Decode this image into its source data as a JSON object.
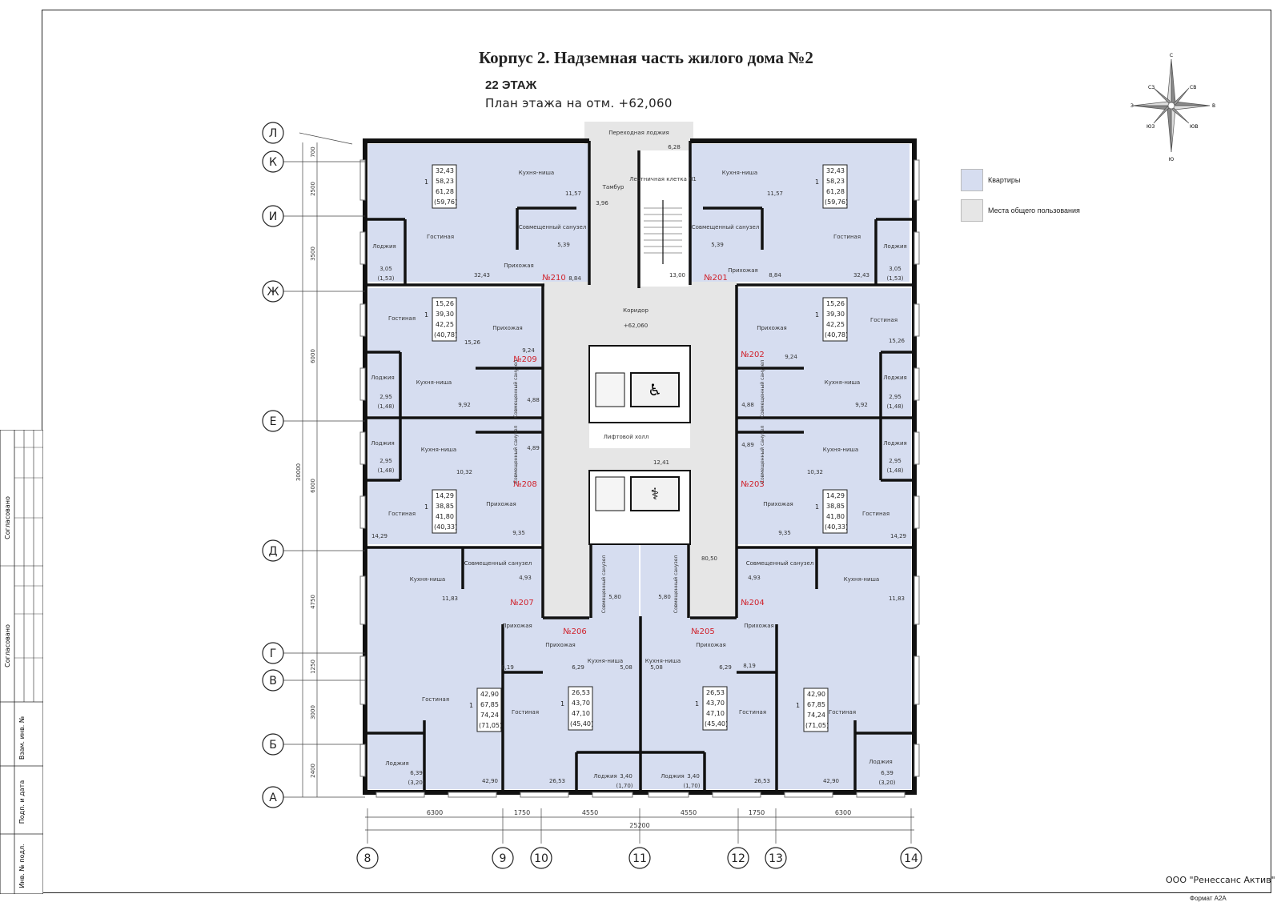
{
  "header": {
    "title": "Корпус 2. Надземная часть жилого дома №2",
    "floor": "22 ЭТАЖ",
    "plan": "План  этажа на отм. +62,060"
  },
  "legend": [
    {
      "label": "Квартиры",
      "color": "#d6ddf0"
    },
    {
      "label": "Места общего пользования",
      "color": "#e6e6e6"
    }
  ],
  "compass": {
    "n": "С",
    "s": "Ю",
    "w": "З",
    "e": "В",
    "nw": "СЗ",
    "ne": "СВ",
    "sw": "ЮЗ",
    "se": "ЮВ"
  },
  "side_stamp": {
    "agreed": "Согласовано",
    "inv_replace": "Взам. инв. №",
    "sign_date": "Подп. и дата",
    "inv_orig": "Инв. № подл."
  },
  "footer": {
    "company": "ООО \"Ренессанс Актив\"",
    "format": "Формат А2А"
  },
  "axes": {
    "rows": [
      "Л",
      "К",
      "И",
      "Ж",
      "Е",
      "Д",
      "Г",
      "В",
      "Б",
      "А"
    ],
    "cols": [
      "8",
      "9",
      "10",
      "11",
      "12",
      "13",
      "14"
    ],
    "col_dims": [
      "6300",
      "1750",
      "4550",
      "4550",
      "1750",
      "6300"
    ],
    "col_total": "25200",
    "row_dims": [
      "700",
      "2500",
      "3500",
      "6000",
      "6000",
      "4750",
      "1250",
      "3000",
      "2400"
    ],
    "row_total": "30000"
  },
  "common": {
    "tambur": {
      "label": "Тамбур",
      "area": "3,96"
    },
    "loggia_pass": {
      "label": "Переходная лоджия",
      "area": "6,28"
    },
    "stair": {
      "label": "Лестничная клетка Н1",
      "area": "13,00"
    },
    "corridor": {
      "label": "Коридор",
      "mark": "+62,060",
      "area": "80,50"
    },
    "lift_hall": {
      "label": "Лифтовой холл",
      "area": "12,41"
    }
  },
  "apartments": [
    {
      "num": "№210",
      "rooms": "1",
      "stats": [
        "32,43",
        "58,23",
        "61,28",
        "(59,76)"
      ]
    },
    {
      "num": "№201",
      "rooms": "1",
      "stats": [
        "32,43",
        "58,23",
        "61,28",
        "(59,76)"
      ]
    },
    {
      "num": "№209",
      "rooms": "1",
      "stats": [
        "15,26",
        "39,30",
        "42,25",
        "(40,78)"
      ]
    },
    {
      "num": "№202",
      "rooms": "1",
      "stats": [
        "15,26",
        "39,30",
        "42,25",
        "(40,78)"
      ]
    },
    {
      "num": "№208",
      "rooms": "1",
      "stats": [
        "14,29",
        "38,85",
        "41,80",
        "(40,33)"
      ]
    },
    {
      "num": "№203",
      "rooms": "1",
      "stats": [
        "14,29",
        "38,85",
        "41,80",
        "(40,33)"
      ]
    },
    {
      "num": "№207",
      "rooms": "1",
      "stats": [
        "42,90",
        "67,85",
        "74,24",
        "(71,05)"
      ]
    },
    {
      "num": "№204",
      "rooms": "1",
      "stats": [
        "42,90",
        "67,85",
        "74,24",
        "(71,05)"
      ]
    },
    {
      "num": "№206",
      "rooms": "1",
      "stats": [
        "26,53",
        "43,70",
        "47,10",
        "(45,40)"
      ]
    },
    {
      "num": "№205",
      "rooms": "1",
      "stats": [
        "26,53",
        "43,70",
        "47,10",
        "(45,40)"
      ]
    }
  ],
  "rooms": {
    "kitchen": "Кухня-ниша",
    "living": "Гостиная",
    "hall": "Прихожая",
    "bath": "Совмещенный санузел",
    "loggia": "Лоджия"
  },
  "areas": {
    "a210": {
      "kitchen": "11,57",
      "living": "32,43",
      "bath": "5,39",
      "hall": "8,84",
      "loggia": "3,05",
      "loggia_r": "(1,53)"
    },
    "a201": {
      "kitchen": "11,57",
      "living": "32,43",
      "bath": "5,39",
      "hall": "8,84",
      "loggia": "3,05",
      "loggia_r": "(1,53)"
    },
    "a209": {
      "living": "15,26",
      "hall": "9,24",
      "kitchen": "9,92",
      "bath": "4,88",
      "loggia": "2,95",
      "loggia_r": "(1,48)"
    },
    "a202": {
      "living": "15,26",
      "hall": "9,24",
      "kitchen": "9,92",
      "bath": "4,88",
      "loggia": "2,95",
      "loggia_r": "(1,48)"
    },
    "a208": {
      "kitchen": "10,32",
      "bath": "4,89",
      "living": "14,29",
      "hall": "9,35",
      "loggia": "2,95",
      "loggia_r": "(1,48)"
    },
    "a203": {
      "kitchen": "10,32",
      "bath": "4,89",
      "living": "14,29",
      "hall": "9,35",
      "loggia": "2,95",
      "loggia_r": "(1,48)"
    },
    "a207": {
      "kitchen": "11,83",
      "bath": "4,93",
      "hall": "8,19",
      "living": "42,90",
      "loggia": "6,39",
      "loggia_r": "(3,20)"
    },
    "a204": {
      "kitchen": "11,83",
      "bath": "4,93",
      "hall": "8,19",
      "living": "42,90",
      "loggia": "6,39",
      "loggia_r": "(3,20)"
    },
    "a206": {
      "bath": "5,80",
      "hall": "6,29",
      "kitchen": "5,08",
      "living": "26,53",
      "loggia": "3,40",
      "loggia_r": "(1,70)"
    },
    "a205": {
      "bath": "5,80",
      "hall": "6,29",
      "kitchen": "5,08",
      "living": "26,53",
      "loggia": "3,40",
      "loggia_r": "(1,70)"
    }
  },
  "colors": {
    "apartment": "#d6ddf0",
    "common": "#e6e6e6",
    "wall": "#111111",
    "number": "#d0202a"
  }
}
